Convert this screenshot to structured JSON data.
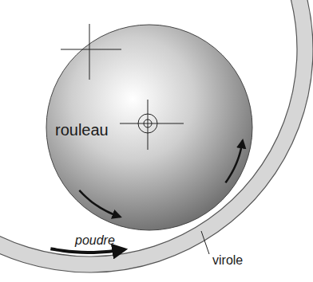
{
  "diagram": {
    "nodes": [
      {
        "text": [
          "rouleau"
        ]
      }
    ],
    "labels": [
      "poudre",
      "virole"
    ]
  }
}
